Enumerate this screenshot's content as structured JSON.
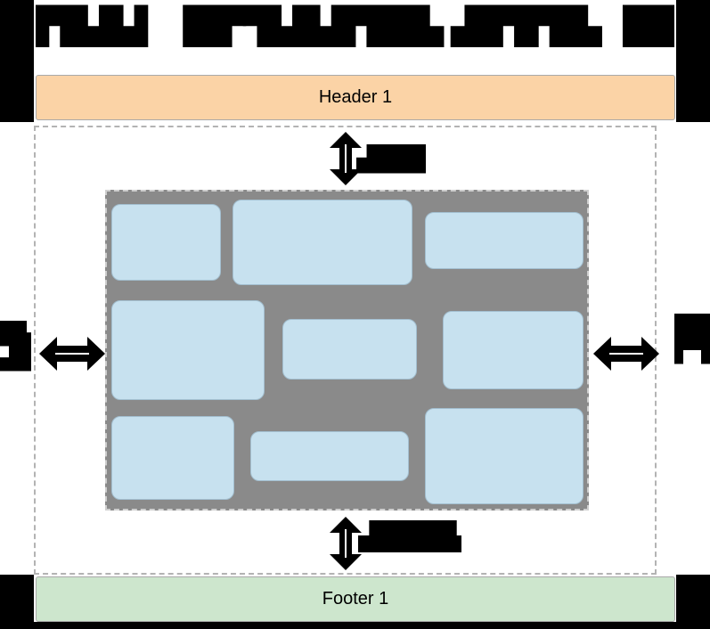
{
  "title": {
    "text": "▛█▟▙▌ ▐█▛▜▙█▟▛██▙ ▟█▜▛█▙ ▐██▌ ▜█▛▙█ ▟██▜▛█▙ ▜█▛"
  },
  "header": {
    "label": "Header 1"
  },
  "footer": {
    "label": "Footer 1"
  },
  "annotations": {
    "top_label": "▟██▙▛",
    "bottom_label": "▟███▙▜█▌",
    "left_label": "█▙\n▟█",
    "right_label": "██\n▛▜"
  },
  "content": {
    "brick_count": 9
  },
  "colors": {
    "header_bg": "#fbd3a6",
    "footer_bg": "#cde6cd",
    "brick_fill": "#c7e1ef",
    "brick_border": "#a3bfd0",
    "inner_panel_bg": "#8a8a8a",
    "dashed_border": "#b3b3b3",
    "arrow_color": "#000000",
    "frame_black": "#000000"
  }
}
